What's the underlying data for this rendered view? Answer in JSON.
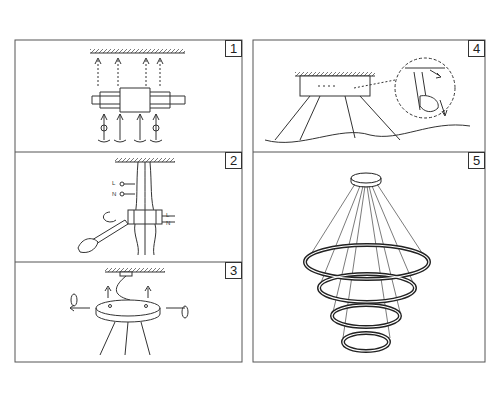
{
  "diagram": {
    "nodes": [
      {
        "text": [
          "1"
        ]
      },
      {
        "text": [
          "2"
        ]
      },
      {
        "text": [
          "3"
        ]
      },
      {
        "text": [
          "4"
        ]
      },
      {
        "text": [
          "5"
        ]
      }
    ],
    "labels": [
      "L",
      "N",
      "L",
      "N"
    ]
  }
}
